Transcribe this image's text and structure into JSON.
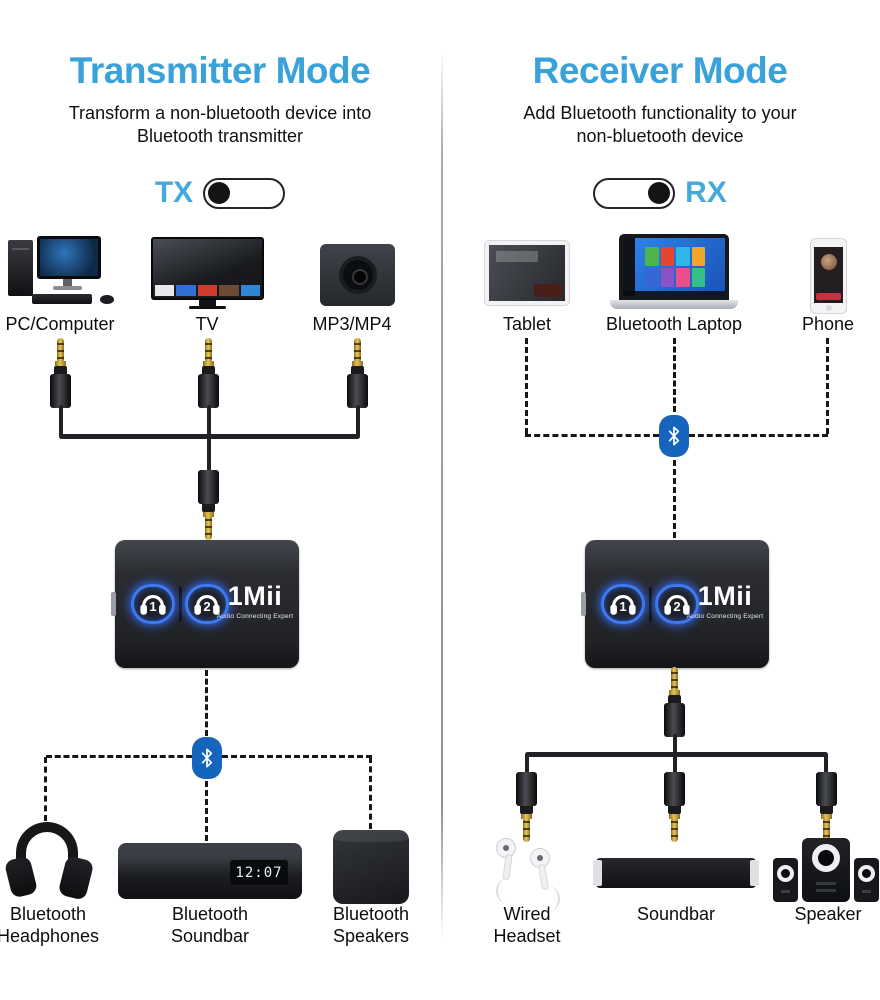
{
  "colors": {
    "accent_blue": "#3aa2d9",
    "toggle_label_blue": "#45aadb",
    "bluetooth_badge_blue": "#1565bd",
    "device_button_glow": "#3f79f2",
    "jack_gold": "#d8b43c"
  },
  "brand": {
    "logo": "1Mii",
    "tagline": "Audio Connecting Expert",
    "channel_button_1": "1",
    "channel_button_2": "2"
  },
  "transmitter": {
    "title": "Transmitter Mode",
    "subtitle_line1": "Transform a non-bluetooth device into",
    "subtitle_line2": "Bluetooth transmitter",
    "toggle_label": "TX",
    "sources": [
      {
        "label": "PC/Computer"
      },
      {
        "label": "TV"
      },
      {
        "label": "MP3/MP4"
      }
    ],
    "outputs": [
      {
        "line1": "Bluetooth",
        "line2": "Headphones"
      },
      {
        "line1": "Bluetooth",
        "line2": "Soundbar"
      },
      {
        "line1": "Bluetooth",
        "line2": "Speakers"
      }
    ],
    "soundbar_clock": "12:07"
  },
  "receiver": {
    "title": "Receiver Mode",
    "subtitle_line1": "Add Bluetooth functionality to your",
    "subtitle_line2": "non-bluetooth device",
    "toggle_label": "RX",
    "sources": [
      {
        "label": "Tablet"
      },
      {
        "label": "Bluetooth Laptop"
      },
      {
        "label": "Phone"
      }
    ],
    "outputs": [
      {
        "line1": "Wired",
        "line2": "Headset"
      },
      {
        "line1": "Soundbar",
        "line2": ""
      },
      {
        "line1": "Speaker",
        "line2": ""
      }
    ]
  }
}
